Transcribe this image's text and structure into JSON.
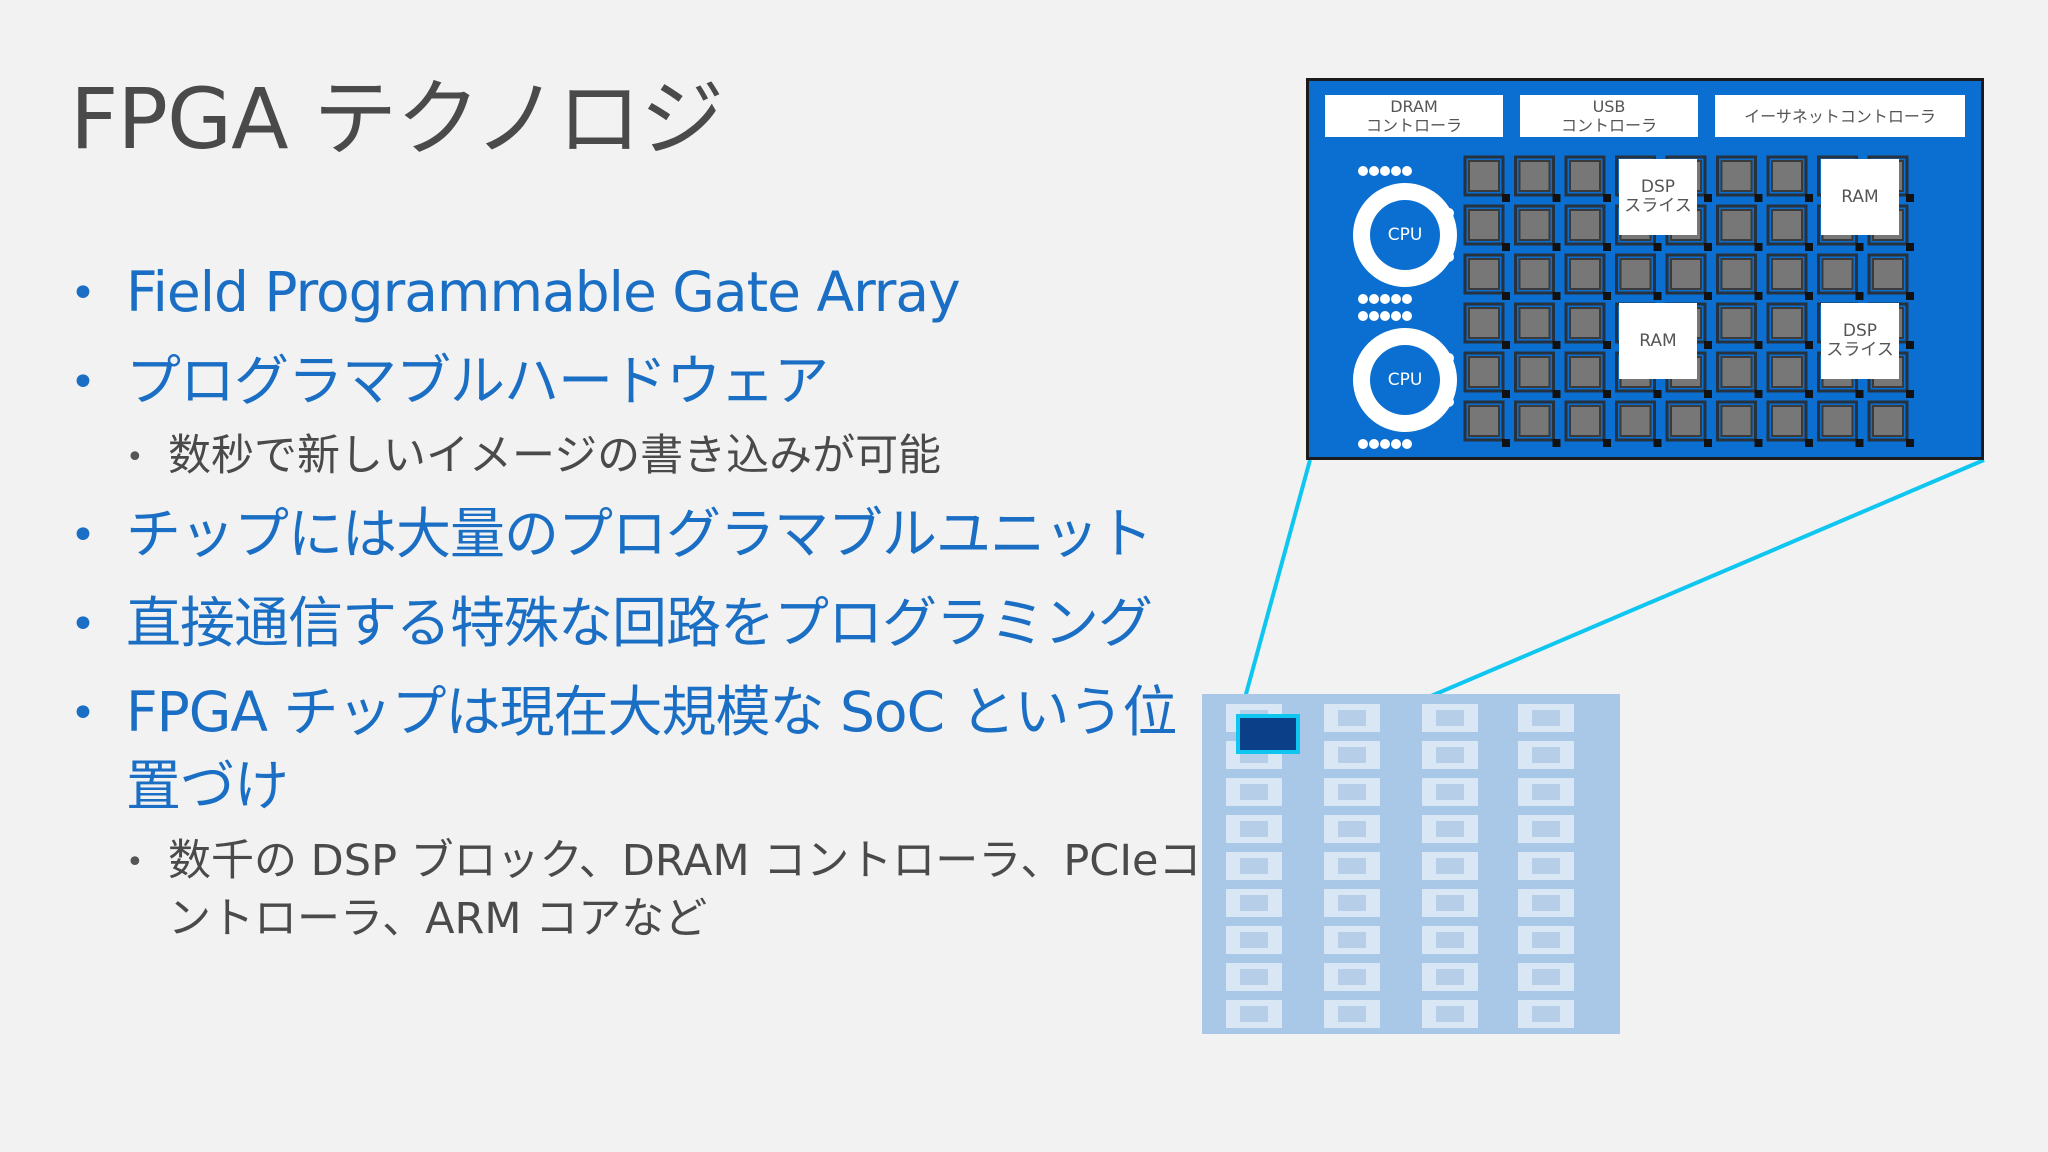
{
  "slide": {
    "title": "FPGA テクノロジ",
    "bullets": [
      {
        "text": "Field Programmable Gate Array",
        "sub": []
      },
      {
        "text": "プログラマブルハードウェア",
        "sub": [
          "数秒で新しいイメージの書き込みが可能"
        ]
      },
      {
        "text": "チップには大量のプログラマブルユニット",
        "sub": []
      },
      {
        "text": "直接通信する特殊な回路をプログラミング",
        "sub": []
      },
      {
        "text": "FPGA チップは現在大規模な SoC という位置づけ",
        "sub": [
          "数千の DSP ブロック、DRAM コントローラ、PCIeコントローラ、ARM コアなど"
        ]
      }
    ]
  },
  "diagram": {
    "controllers": [
      "DRAM\nコントローラ",
      "USB\nコントローラ",
      "イーサネットコントローラ"
    ],
    "cpus": [
      "CPU",
      "CPU"
    ],
    "blocks": [
      "DSP\nスライス",
      "RAM",
      "RAM",
      "DSP\nスライス"
    ],
    "colors": {
      "chip": "#0b6fd1",
      "accent": "#0ec6f0",
      "text_blue": "#1a6fc4",
      "fabric": "#a9c7e6"
    }
  }
}
